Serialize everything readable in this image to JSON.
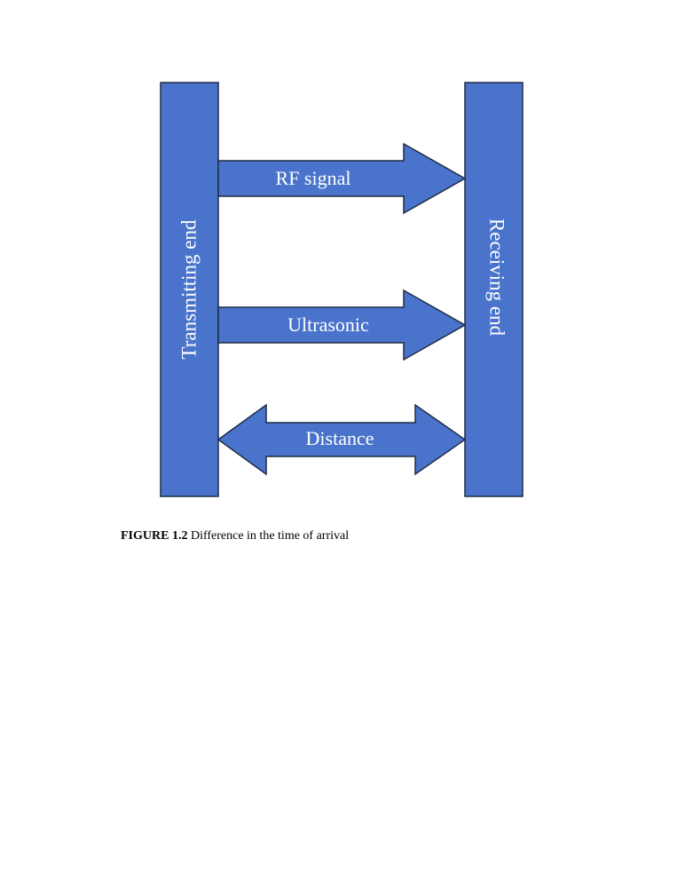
{
  "diagram": {
    "transmitter_label": "Transmitting end",
    "receiver_label": "Receiving end",
    "arrows": {
      "rf": "RF signal",
      "ultrasonic": "Ultrasonic",
      "distance": "Distance"
    }
  },
  "caption": {
    "number": "FIGURE 1.2",
    "text": "Difference in the time of arrival"
  },
  "colors": {
    "fill": "#4a74cc",
    "outline": "#1f2b45"
  }
}
